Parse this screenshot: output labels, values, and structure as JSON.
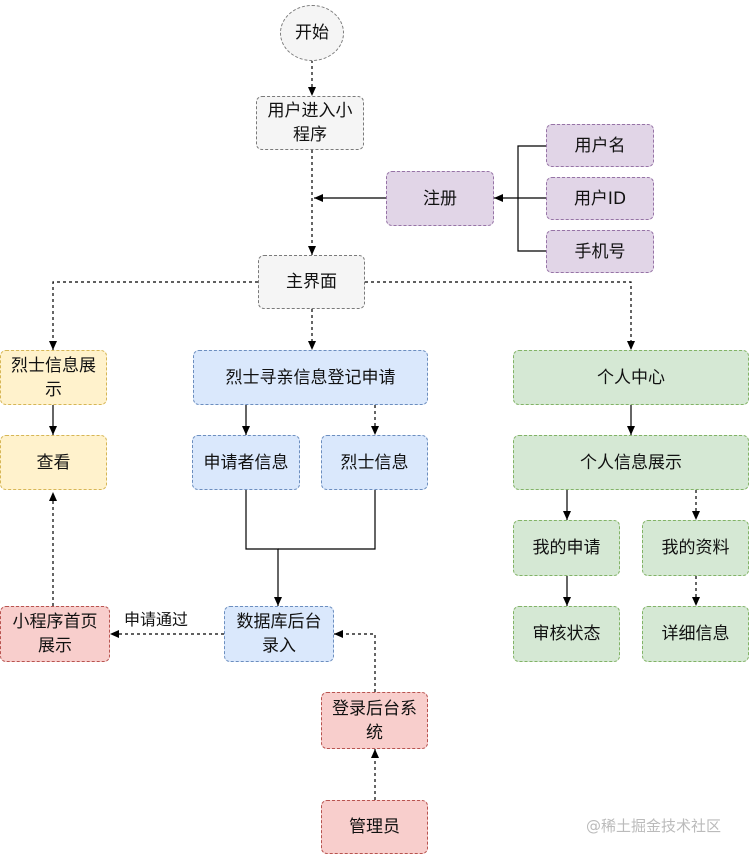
{
  "nodes": {
    "start": "开始",
    "enter": "用户进入小程序",
    "register": "注册",
    "username": "用户名",
    "userid": "用户ID",
    "phone": "手机号",
    "main": "主界面",
    "martyr_display": "烈士信息展示",
    "view": "查看",
    "apply": "烈士寻亲信息登记申请",
    "applicant_info": "申请者信息",
    "martyr_info": "烈士信息",
    "personal_center": "个人中心",
    "personal_display": "个人信息展示",
    "my_apply": "我的申请",
    "my_profile": "我的资料",
    "audit_status": "审核状态",
    "detail_info": "详细信息",
    "homepage_display": "小程序首页展示",
    "db_entry": "数据库后台录入",
    "login_backend": "登录后台系统",
    "admin": "管理员"
  },
  "edge_labels": {
    "approved": "申请通过"
  },
  "watermark": "@稀土掘金技术社区",
  "colors": {
    "gray": "#f5f5f5",
    "purple": "#e1d5e7",
    "yellow": "#fff2cc",
    "blue": "#dae8fc",
    "green": "#d5e8d4",
    "red": "#f8cecc"
  }
}
